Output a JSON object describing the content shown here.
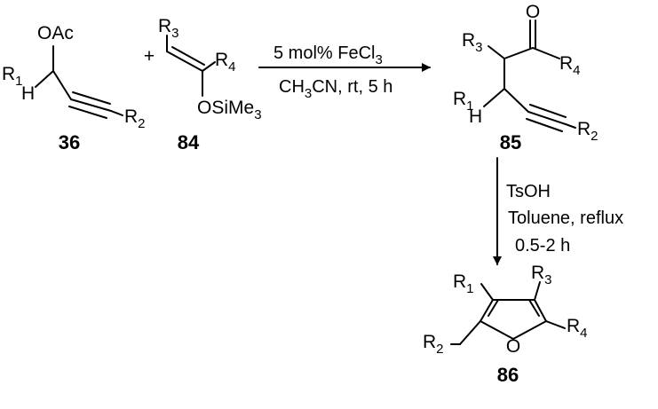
{
  "compounds": {
    "c36": {
      "number": "36",
      "oac": "OAc",
      "r1": "R",
      "r1_sub": "1",
      "h": "H",
      "r2": "R",
      "r2_sub": "2"
    },
    "plus": "+",
    "c84": {
      "number": "84",
      "r3": "R",
      "r3_sub": "3",
      "r4": "R",
      "r4_sub": "4",
      "osi": "OSiMe",
      "osi_sub": "3"
    },
    "c85": {
      "number": "85",
      "o": "O",
      "r3": "R",
      "r3_sub": "3",
      "r4": "R",
      "r4_sub": "4",
      "r1": "R",
      "r1_sub": "1",
      "h": "H",
      "r2": "R",
      "r2_sub": "2"
    },
    "c86": {
      "number": "86",
      "r1": "R",
      "r1_sub": "1",
      "r3": "R",
      "r3_sub": "3",
      "r4": "R",
      "r4_sub": "4",
      "r2": "R",
      "r2_sub": "2",
      "o": "O"
    }
  },
  "conditions": {
    "step1_line1_a": "5 mol% FeCl",
    "step1_line1_sub": "3",
    "step1_line2_a": "CH",
    "step1_line2_sub": "3",
    "step1_line2_b": "CN, rt, 5 h",
    "step2_line1": "TsOH",
    "step2_line2": "Toluene, reflux",
    "step2_line3": "0.5-2 h"
  }
}
